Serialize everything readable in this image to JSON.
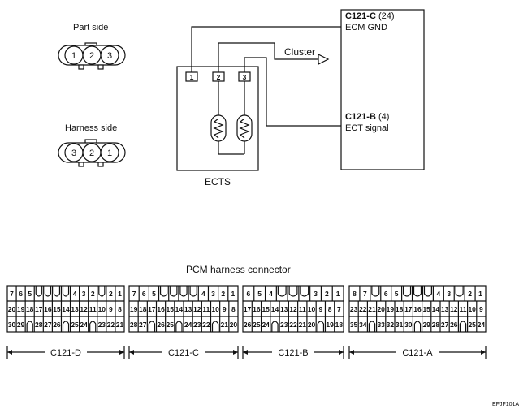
{
  "connectors": {
    "part_side_label": "Part side",
    "part_side_pins": [
      "1",
      "2",
      "3"
    ],
    "harness_side_label": "Harness side",
    "harness_side_pins": [
      "3",
      "2",
      "1"
    ]
  },
  "sensor": {
    "label": "ECTS",
    "terminals": [
      "1",
      "2",
      "3"
    ]
  },
  "ecm": {
    "gnd_connector": "C121-C",
    "gnd_pin": "(24)",
    "gnd_signal": "ECM GND",
    "ect_connector": "C121-B",
    "ect_pin": "(4)",
    "ect_signal": "ECT signal"
  },
  "cluster_label": "Cluster",
  "pcm": {
    "title": "PCM harness connector",
    "blocks": [
      {
        "name": "C121-D",
        "row1": [
          "7",
          "6",
          "5",
          "",
          "",
          "",
          "",
          "4",
          "3",
          "2",
          "",
          "2",
          "1"
        ],
        "row2": [
          "20",
          "19",
          "18",
          "17",
          "16",
          "15",
          "14",
          "13",
          "12",
          "11",
          "10",
          "9",
          "8"
        ],
        "row3": [
          "30",
          "29",
          "",
          "28",
          "27",
          "26",
          "",
          "25",
          "24",
          "",
          "23",
          "22",
          "21"
        ]
      },
      {
        "name": "C121-C",
        "row1": [
          "7",
          "6",
          "5",
          "",
          "",
          "",
          "",
          "4",
          "3",
          "2",
          "1"
        ],
        "row2": [
          "19",
          "18",
          "17",
          "16",
          "15",
          "14",
          "13",
          "12",
          "11",
          "10",
          "9",
          "8"
        ],
        "row3": [
          "28",
          "27",
          "",
          "26",
          "25",
          "",
          "24",
          "23",
          "22",
          "",
          "21",
          "20"
        ]
      },
      {
        "name": "C121-B",
        "row1": [
          "6",
          "5",
          "4",
          "",
          "",
          "",
          "3",
          "2",
          "1"
        ],
        "row2": [
          "17",
          "16",
          "15",
          "14",
          "13",
          "12",
          "11",
          "10",
          "9",
          "8",
          "7"
        ],
        "row3": [
          "26",
          "25",
          "24",
          "",
          "23",
          "22",
          "21",
          "20",
          "",
          "19",
          "18"
        ]
      },
      {
        "name": "C121-A",
        "row1": [
          "8",
          "7",
          "",
          "6",
          "5",
          "",
          "",
          "",
          "4",
          "3",
          "",
          "2",
          "1"
        ],
        "row2": [
          "23",
          "22",
          "21",
          "20",
          "19",
          "18",
          "17",
          "16",
          "15",
          "14",
          "13",
          "12",
          "11",
          "10",
          "9"
        ],
        "row3": [
          "35",
          "34",
          "",
          "33",
          "32",
          "31",
          "30",
          "",
          "29",
          "28",
          "27",
          "26",
          "",
          "25",
          "24"
        ]
      }
    ]
  },
  "figure_code": "EFJF101A"
}
